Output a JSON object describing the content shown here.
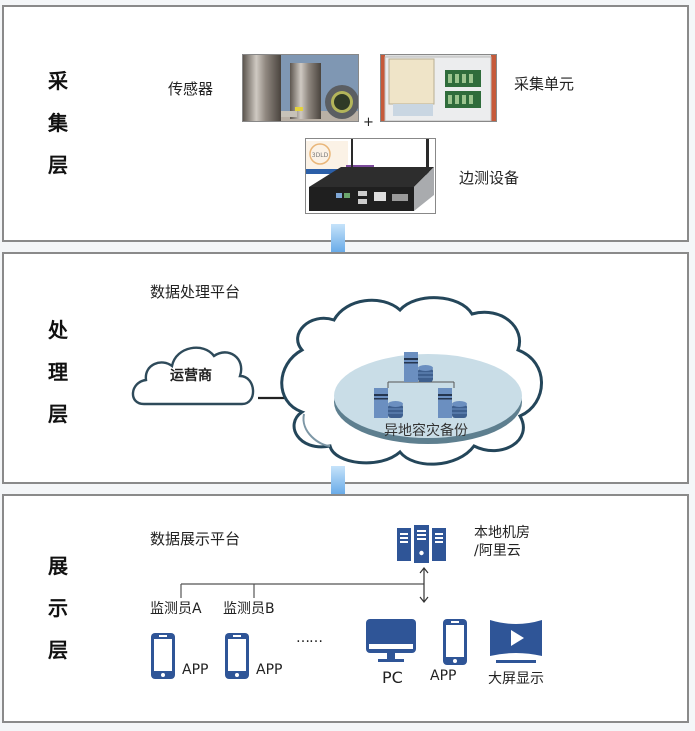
{
  "layers": {
    "collect": {
      "title_chars": [
        "采",
        "集",
        "层"
      ],
      "sensor_label": "传感器",
      "acq_unit_label": "采集单元",
      "plus": "+",
      "edge_label": "边测设备",
      "edge_logo_text": "3DLD"
    },
    "process": {
      "title_chars": [
        "处",
        "理",
        "层"
      ],
      "platform_label": "数据处理平台",
      "carrier_label": "运营商",
      "backup_label": "异地容灾备份"
    },
    "display": {
      "title_chars": [
        "展",
        "示",
        "层"
      ],
      "platform_label": "数据展示平台",
      "server_label_line1": "本地机房",
      "server_label_line2": "/阿里云",
      "monitor_a": "监测员A",
      "monitor_b": "监测员B",
      "app_a": "APP",
      "app_b": "APP",
      "ellipsis": "……",
      "pc_label": "PC",
      "app_label": "APP",
      "bigscreen_label": "大屏显示"
    }
  },
  "colors": {
    "icon_blue": "#2f5597",
    "arrow_light": "#a9d3f5",
    "arrow_dark": "#2a7ad4",
    "backup_disk": "#c9dde7",
    "server_blue": "#6b8fc0"
  }
}
